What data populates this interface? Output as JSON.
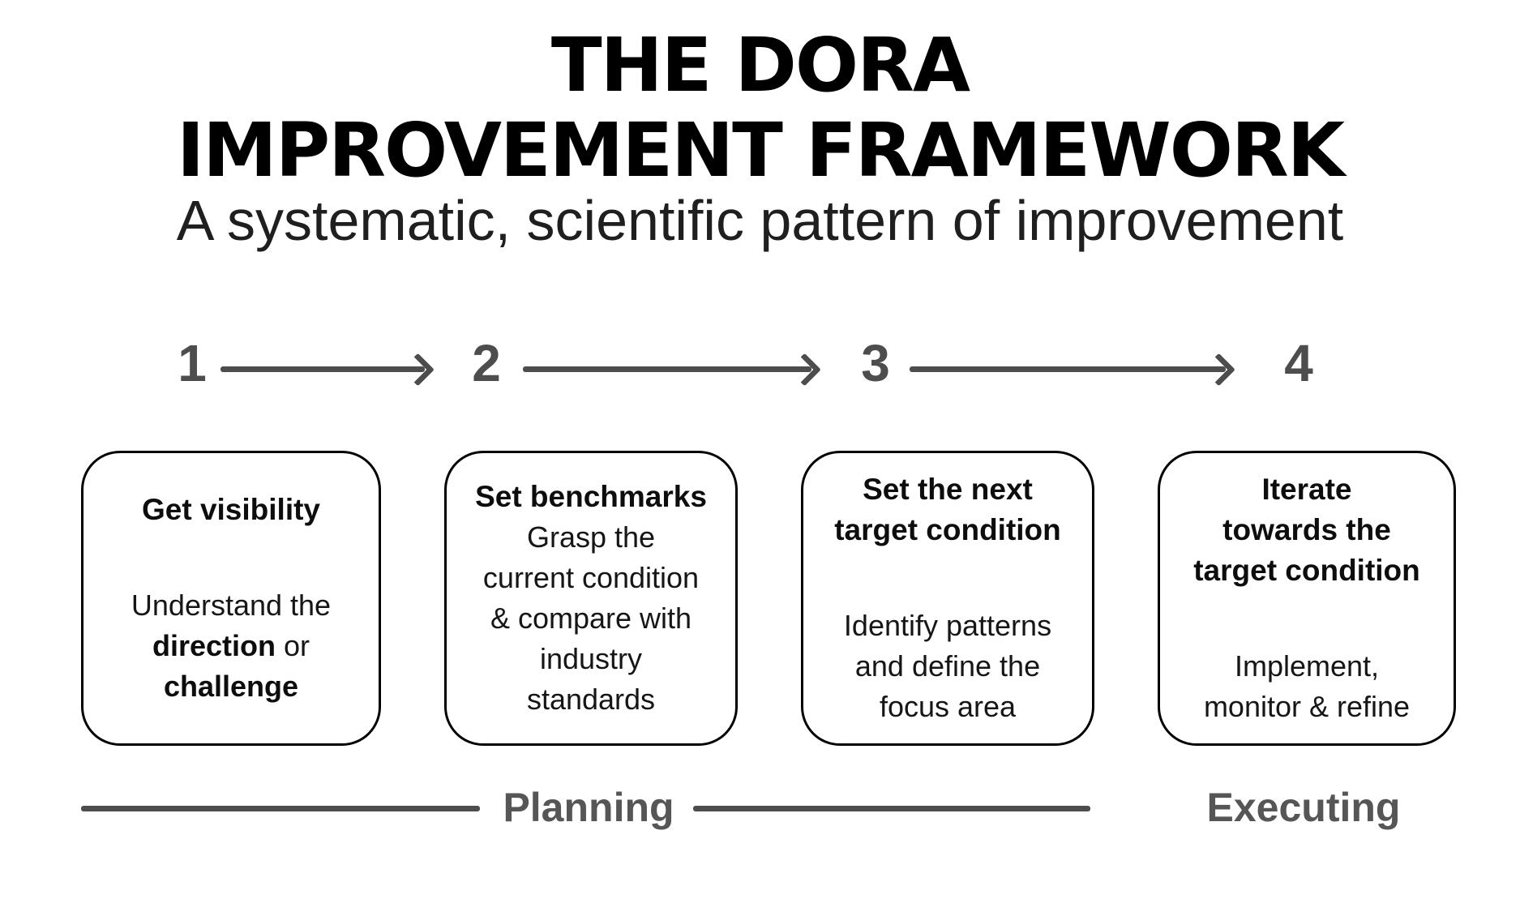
{
  "title": {
    "line1": "THE DORA",
    "line2": "IMPROVEMENT FRAMEWORK"
  },
  "subtitle": "A systematic, scientific pattern of improvement",
  "steps": [
    {
      "number": "1"
    },
    {
      "number": "2"
    },
    {
      "number": "3"
    },
    {
      "number": "4"
    }
  ],
  "boxes": [
    {
      "heading_lines": [
        "Get visibility"
      ],
      "body": {
        "line1": "Understand the",
        "line2_bold": "direction",
        "line2_rest": " or",
        "line3_bold": "challenge"
      }
    },
    {
      "heading_lines": [
        "Set benchmarks"
      ],
      "body_lines": [
        "Grasp the",
        "current condition",
        "& compare with",
        "industry",
        "standards"
      ]
    },
    {
      "heading_lines": [
        "Set the next",
        "target condition"
      ],
      "body_lines": [
        "Identify patterns",
        "and define the",
        "focus area"
      ]
    },
    {
      "heading_lines": [
        "Iterate",
        "towards the",
        "target condition"
      ],
      "body_lines": [
        "Implement,",
        "monitor & refine"
      ]
    }
  ],
  "phases": {
    "planning": "Planning",
    "executing": "Executing"
  },
  "colors": {
    "ink": "#000000",
    "muted_gray": "#4d4d4d",
    "background": "#ffffff"
  }
}
